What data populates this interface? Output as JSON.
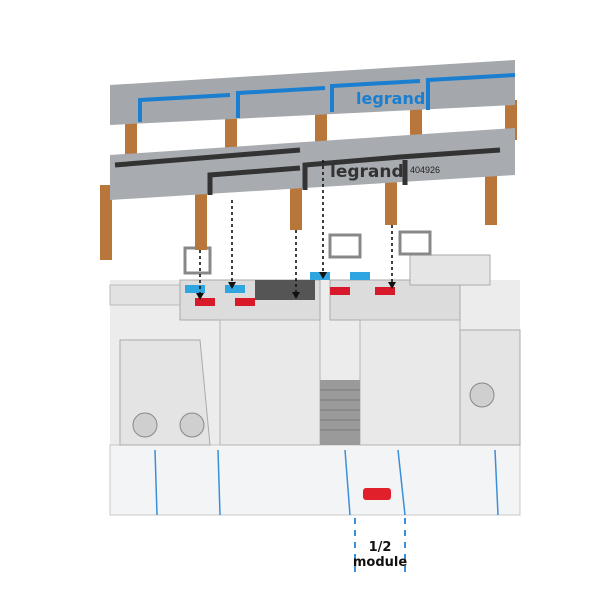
{
  "top_busbar": {
    "brand": "legrand",
    "accent_color": "#1a7fd0"
  },
  "bottom_busbar": {
    "brand": "legrand",
    "reference": "404926",
    "accent_color": "#333333"
  },
  "annotation": {
    "fraction": "1/2",
    "unit": "module",
    "guide_color": "#3a8fd8"
  },
  "colors": {
    "copper": "#b8763a",
    "busbar_grey": "#a4a7ab",
    "terminal_blue": "#2fa6e0",
    "terminal_red": "#d8192a",
    "indicator_red": "#e0202a"
  }
}
